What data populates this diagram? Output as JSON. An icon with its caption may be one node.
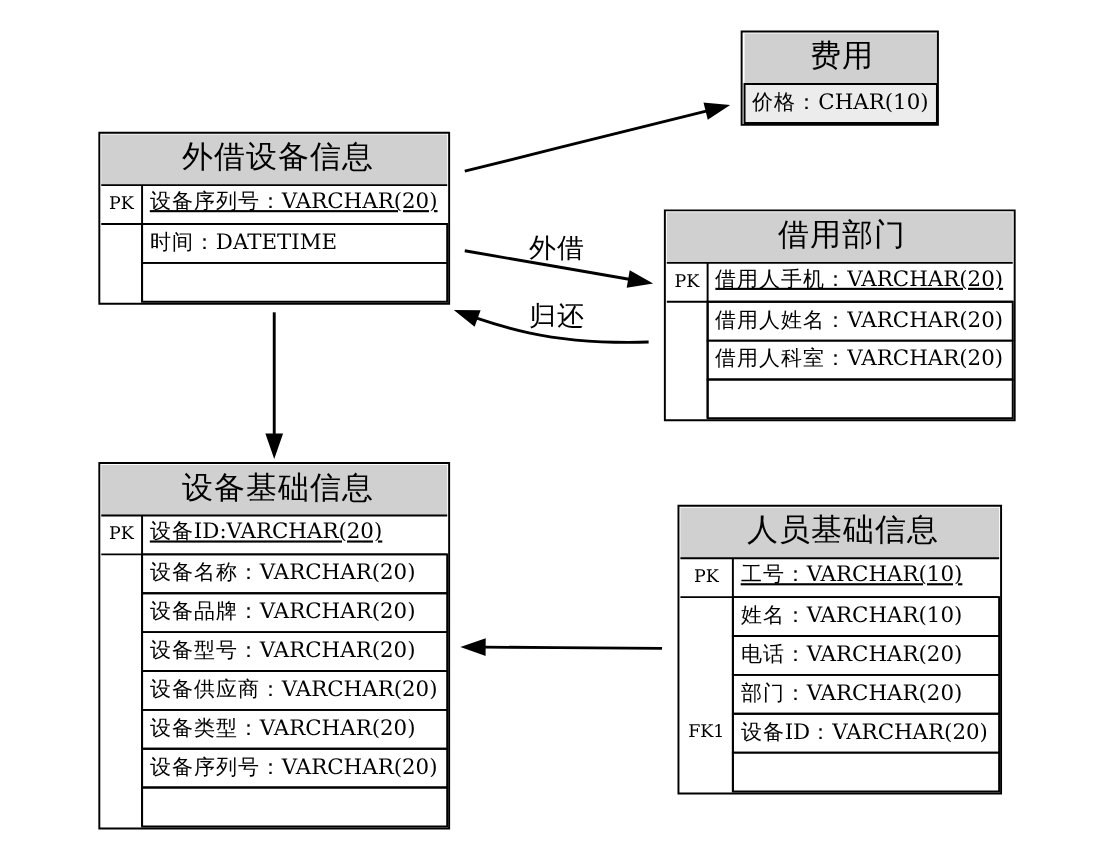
{
  "diagram": {
    "nodes": [
      {
        "text": [
          "设备基础信息",
          "PK",
          "设备ID:VARCHAR(20)",
          "设备名称：VARCHAR(20)",
          "设备品牌：VARCHAR(20)",
          "设备型号：VARCHAR(20)",
          "设备供应商：VARCHAR(20)",
          "设备类型：VARCHAR(20)",
          "设备序列号：VARCHAR(20)"
        ]
      },
      {
        "text": [
          "人员基础信息",
          "PK",
          "工号：VARCHAR(10)",
          "姓名：VARCHAR(10)",
          "电话：VARCHAR(20)",
          "部门：VARCHAR(20)",
          "FK1",
          "设备ID：VARCHAR(20)"
        ]
      },
      {
        "text": [
          "借用部门",
          "PK",
          "借用人手机：VARCHAR(20)",
          "借用人姓名：VARCHAR(20)",
          "借用人科室：VARCHAR(20)"
        ]
      },
      {
        "text": [
          "外借设备信息",
          "PK",
          "设备序列号：VARCHAR(20)",
          "时间：DATETIME"
        ]
      },
      {
        "text": [
          "费用",
          "价格：CHAR(10)"
        ]
      }
    ],
    "edges": [
      {
        "from": 1,
        "to": 0,
        "arrow": "to"
      },
      {
        "from": 3,
        "to": 0,
        "arrow": "to"
      },
      {
        "from": 2,
        "to": 3,
        "arrow": "to",
        "label": "归还"
      },
      {
        "from": 3,
        "to": 2,
        "arrow": "to",
        "label": "外借"
      },
      {
        "from": 3,
        "to": 4,
        "arrow": "to"
      }
    ]
  }
}
